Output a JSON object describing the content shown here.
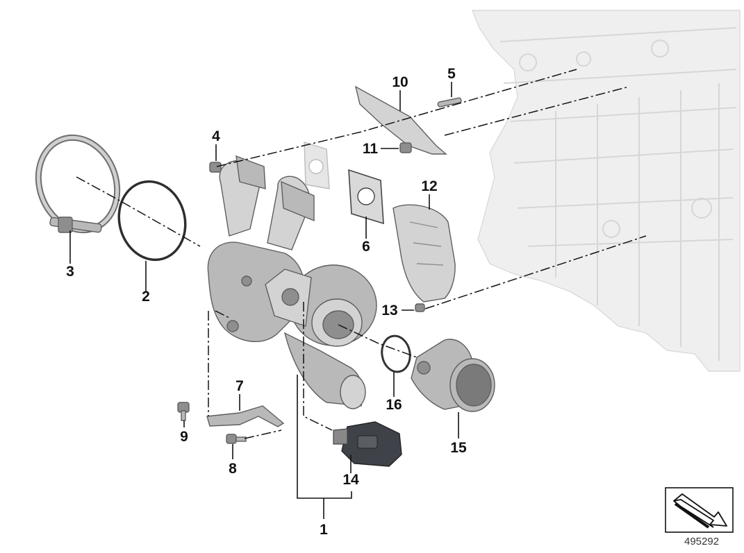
{
  "callouts": [
    {
      "id": "1",
      "label": "1"
    },
    {
      "id": "2",
      "label": "2"
    },
    {
      "id": "3",
      "label": "3"
    },
    {
      "id": "4",
      "label": "4"
    },
    {
      "id": "5",
      "label": "5"
    },
    {
      "id": "6",
      "label": "6"
    },
    {
      "id": "7",
      "label": "7"
    },
    {
      "id": "8",
      "label": "8"
    },
    {
      "id": "9",
      "label": "9"
    },
    {
      "id": "10",
      "label": "10"
    },
    {
      "id": "11",
      "label": "11"
    },
    {
      "id": "12",
      "label": "12"
    },
    {
      "id": "13",
      "label": "13"
    },
    {
      "id": "14",
      "label": "14"
    },
    {
      "id": "15",
      "label": "15"
    },
    {
      "id": "16",
      "label": "16"
    }
  ],
  "reference_number": "495292",
  "icons": {
    "direction": "arrow-direction-icon"
  },
  "colors": {
    "ink": "#111111",
    "part_metal": "#b9b9b9",
    "engine_block": "#efefef"
  }
}
